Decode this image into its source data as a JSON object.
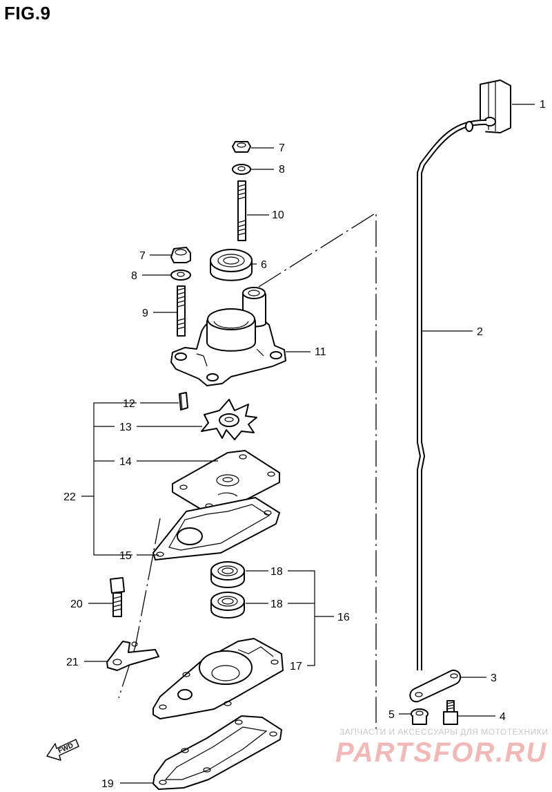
{
  "figure": {
    "title": "FIG.9"
  },
  "callouts": {
    "c1": "1",
    "c2": "2",
    "c3": "3",
    "c4": "4",
    "c5": "5",
    "c6": "6",
    "c7a": "7",
    "c7b": "7",
    "c8a": "8",
    "c8b": "8",
    "c9": "9",
    "c10": "10",
    "c11": "11",
    "c12": "12",
    "c13": "13",
    "c14": "14",
    "c15": "15",
    "c16": "16",
    "c17": "17",
    "c18a": "18",
    "c18b": "18",
    "c19": "19",
    "c20": "20",
    "c21": "21",
    "c22": "22"
  },
  "fwd_arrow": {
    "label": "FWD"
  },
  "watermark": {
    "caption": "ЗАПЧАСТИ И АКСЕССУАРЫ ДЛЯ МОТОТЕХНИКИ",
    "brand": "PARTSFOR.RU"
  }
}
